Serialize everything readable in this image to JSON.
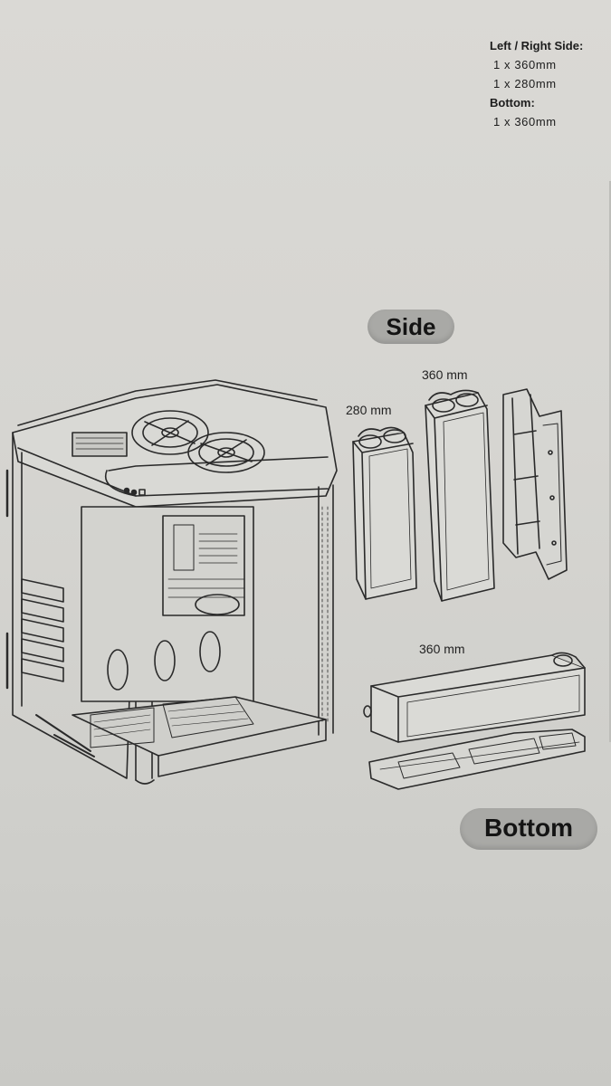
{
  "specs": {
    "left_right_heading": "Left / Right Side:",
    "left_right_values": [
      "1 x 360mm",
      "1 x 280mm"
    ],
    "bottom_heading": "Bottom:",
    "bottom_values": [
      "1 x 360mm"
    ]
  },
  "sections": {
    "side": "Side",
    "bottom": "Bottom"
  },
  "labels": {
    "rad_280": "280 mm",
    "rad_360_side": "360 mm",
    "rad_360_bottom": "360 mm"
  },
  "icons": [
    "pc-case-illustration",
    "radiator-280-illustration",
    "radiator-360-illustration",
    "side-bracket-illustration",
    "bottom-radiator-illustration",
    "bottom-bracket-illustration"
  ]
}
